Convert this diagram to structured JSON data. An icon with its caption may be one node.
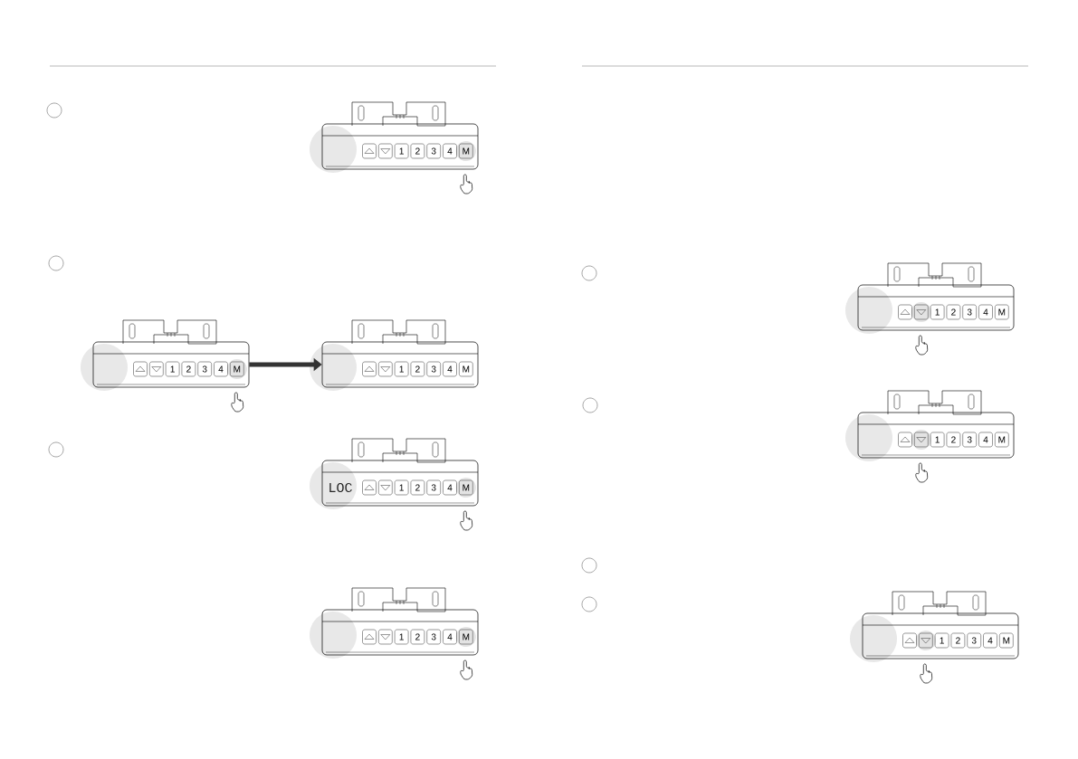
{
  "diagram": {
    "nodes": [
      {
        "text": [
          "1",
          "2",
          "3",
          "4",
          "M"
        ]
      },
      {
        "text": [
          "1",
          "2",
          "3",
          "4",
          "M"
        ]
      },
      {
        "text": [
          "1",
          "2",
          "3",
          "4",
          "M"
        ]
      },
      {
        "text": [
          "LOC",
          "1",
          "2",
          "3",
          "4",
          "M"
        ]
      },
      {
        "text": [
          "1",
          "2",
          "3",
          "4",
          "M"
        ]
      },
      {
        "text": [
          "1",
          "2",
          "3",
          "4",
          "M"
        ]
      },
      {
        "text": [
          "1",
          "2",
          "3",
          "4",
          "M"
        ]
      },
      {
        "text": [
          "1",
          "2",
          "3",
          "4",
          "M"
        ]
      }
    ],
    "edges": [
      {
        "from": 1,
        "to": 2,
        "arrow": "to"
      }
    ]
  }
}
